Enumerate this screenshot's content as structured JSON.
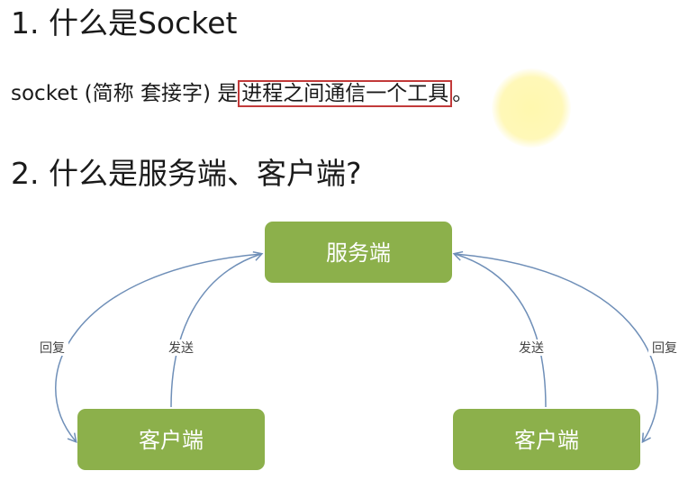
{
  "heading1": "1. 什么是Socket",
  "definition": {
    "prefix": "socket (简称 套接字) 是",
    "highlighted": "进程之间通信一个工具",
    "suffix": "。"
  },
  "heading2": "2. 什么是服务端、客户端?",
  "diagram": {
    "server": "服务端",
    "client_left": "客户端",
    "client_right": "客户端",
    "edge_reply_left": "回复",
    "edge_send_left": "发送",
    "edge_send_right": "发送",
    "edge_reply_right": "回复"
  },
  "colors": {
    "node_fill": "#8cb04b",
    "arrow": "#6f8fb8",
    "highlight_border": "#c23a3a"
  }
}
